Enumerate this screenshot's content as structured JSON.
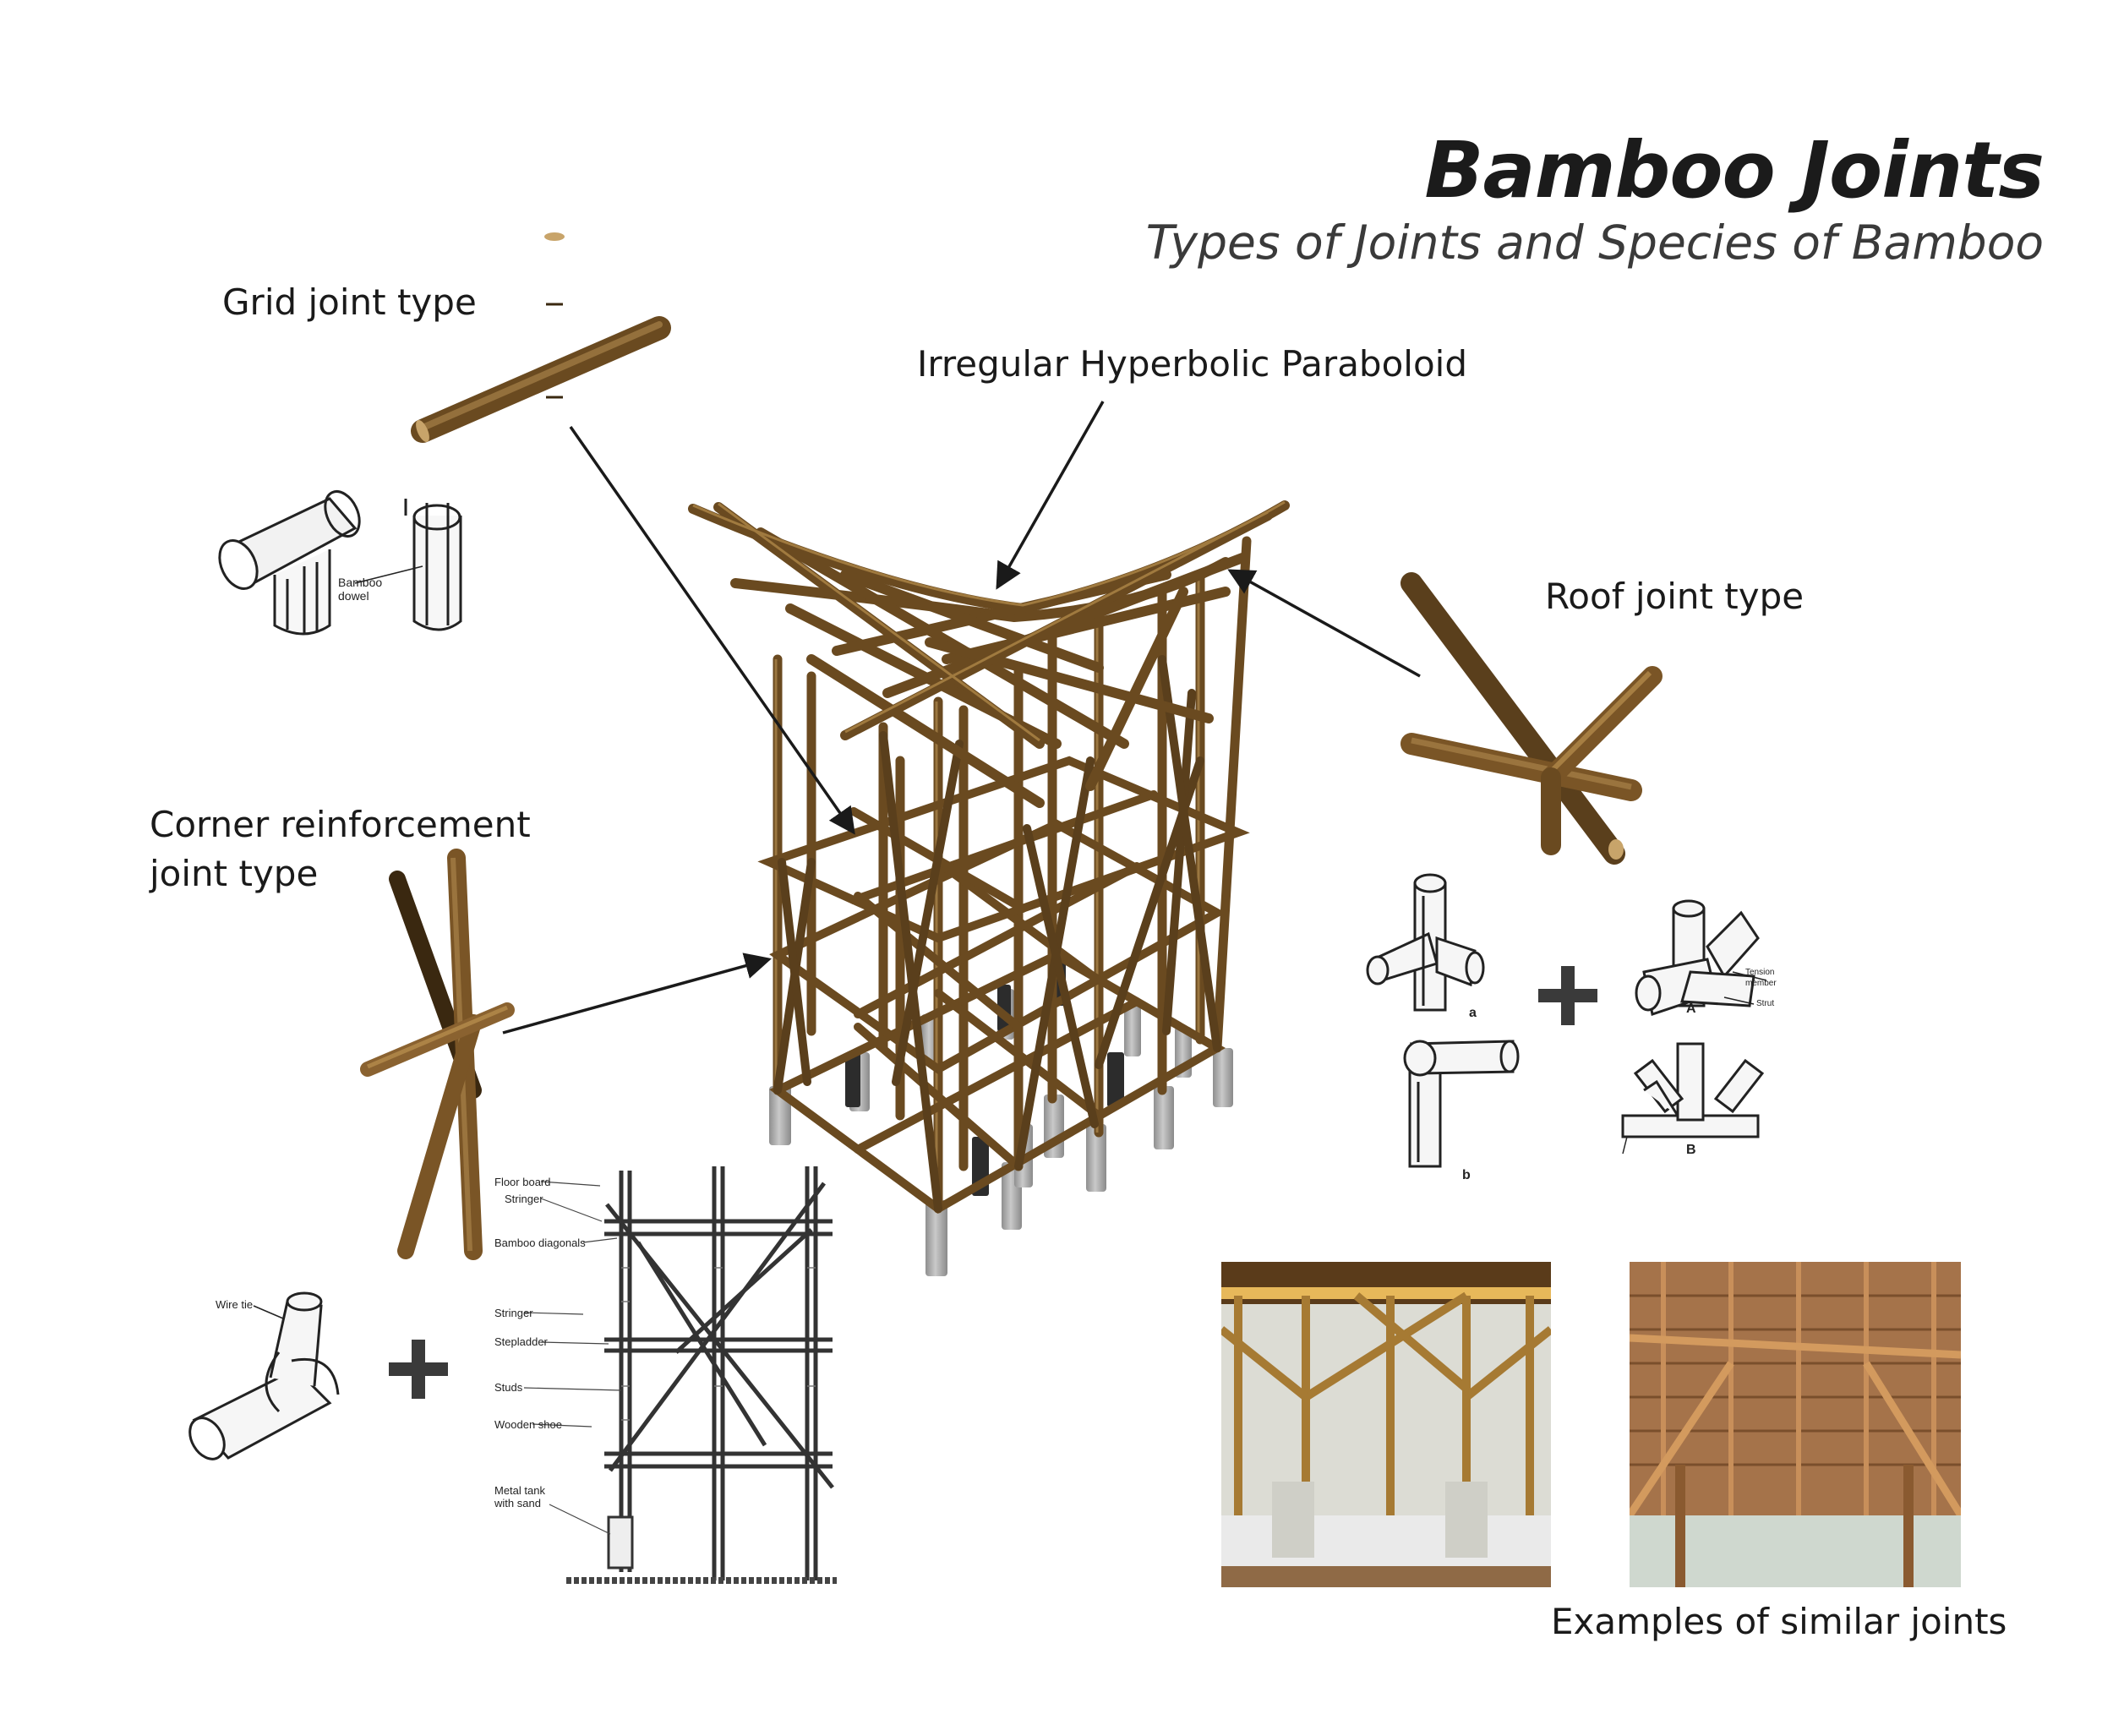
{
  "header": {
    "title": "Bamboo Joints",
    "subtitle": "Types of Joints and Species of Bamboo"
  },
  "labels": {
    "grid_joint": "Grid joint type",
    "hyperbolic": "Irregular Hyperbolic Paraboloid",
    "roof_joint": "Roof joint type",
    "corner_line1": "Corner reinforcement",
    "corner_line2": "joint type",
    "examples": "Examples of similar joints"
  },
  "sketch_grid": {
    "dowel_note": "Bamboo dowel"
  },
  "sketch_corner": {
    "wire_tie": "Wire tie"
  },
  "elevation": {
    "floor_board": "Floor board",
    "stringer_top": "Stringer",
    "diagonals": "Bamboo diagonals",
    "stringer_mid": "Stringer",
    "stepladder": "Stepladder",
    "studs": "Studs",
    "wooden_shoe": "Wooden shoe",
    "metal_tank_1": "Metal tank",
    "metal_tank_2": "with sand"
  },
  "sketch_roof": {
    "label_a": "a",
    "label_b": "b",
    "label_A": "A",
    "label_B": "B",
    "tension_1": "Tension",
    "tension_2": "member",
    "strut": "Strut"
  },
  "colors": {
    "bamboo_dark": "#5a3f1c",
    "bamboo_mid": "#8a6230",
    "bamboo_light": "#b08a4f",
    "concrete": "#a7a7a7",
    "ink": "#1a1a1a"
  }
}
